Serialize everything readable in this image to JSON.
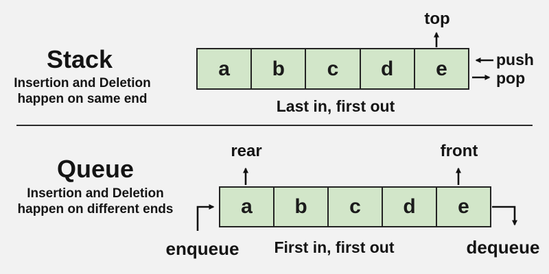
{
  "colors": {
    "background": "#f2f2f2",
    "cell_fill": "#d2e6c9",
    "cell_border": "#232323",
    "text": "#141414",
    "arrow": "#111111"
  },
  "stack": {
    "title": "Stack",
    "subtitle_lines": [
      "Insertion and Deletion",
      "happen on same end"
    ],
    "cells": [
      "a",
      "b",
      "c",
      "d",
      "e"
    ],
    "top_label": "top",
    "push_label": "push",
    "pop_label": "pop",
    "caption": "Last in, first out"
  },
  "queue": {
    "title": "Queue",
    "subtitle_lines": [
      "Insertion and Deletion",
      "happen on different ends"
    ],
    "cells": [
      "a",
      "b",
      "c",
      "d",
      "e"
    ],
    "rear_label": "rear",
    "front_label": "front",
    "enqueue_label": "enqueue",
    "dequeue_label": "dequeue",
    "caption": "First in, first out"
  }
}
